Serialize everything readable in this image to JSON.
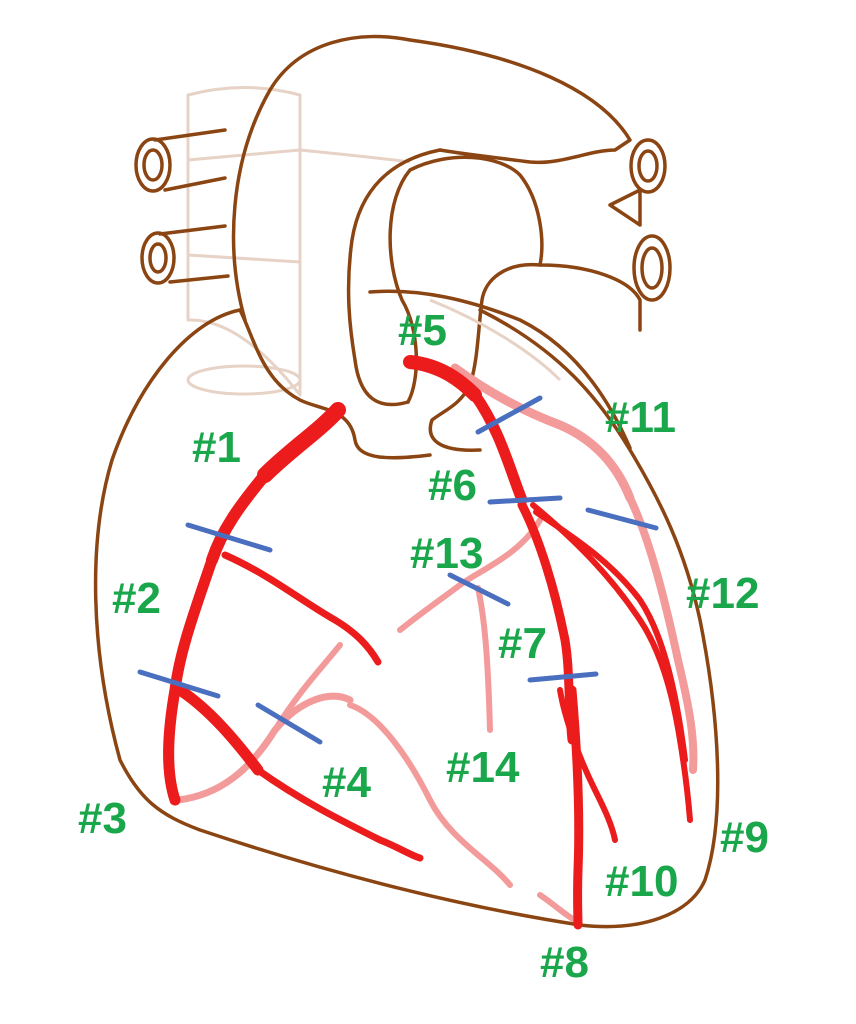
{
  "segments": [
    {
      "id": "s1",
      "label": "#1"
    },
    {
      "id": "s2",
      "label": "#2"
    },
    {
      "id": "s3",
      "label": "#3"
    },
    {
      "id": "s4",
      "label": "#4"
    },
    {
      "id": "s5",
      "label": "#5"
    },
    {
      "id": "s6",
      "label": "#6"
    },
    {
      "id": "s7",
      "label": "#7"
    },
    {
      "id": "s8",
      "label": "#8"
    },
    {
      "id": "s9",
      "label": "#9"
    },
    {
      "id": "s10",
      "label": "#10"
    },
    {
      "id": "s11",
      "label": "#11"
    },
    {
      "id": "s12",
      "label": "#12"
    },
    {
      "id": "s13",
      "label": "#13"
    },
    {
      "id": "s14",
      "label": "#14"
    }
  ],
  "colors": {
    "label": "#1aa64a",
    "artery_front": "#ec1c1c",
    "artery_back": "#f39a9a",
    "outline": "#8b4513",
    "divider": "#4a6fbf"
  }
}
